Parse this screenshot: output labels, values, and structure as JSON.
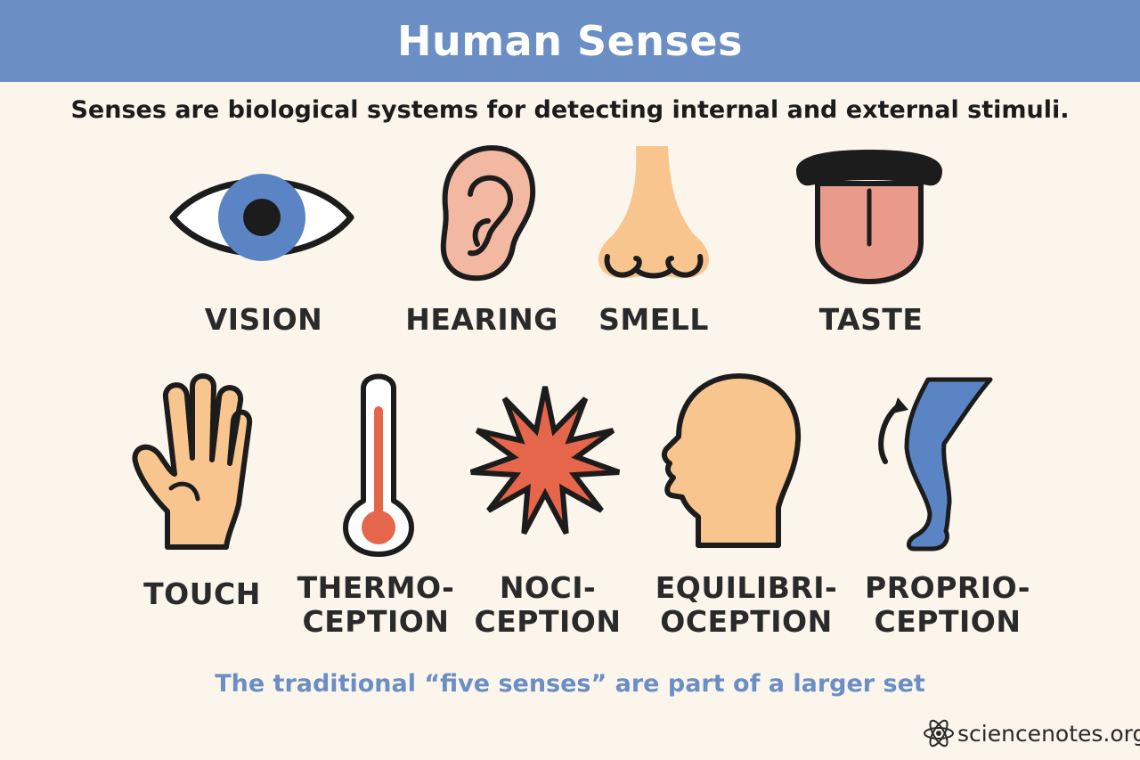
{
  "title": "Human Senses",
  "subtitle": "Senses are biological systems for detecting internal and external stimuli.",
  "senses": [
    {
      "label": "VISION"
    },
    {
      "label": "HEARING"
    },
    {
      "label": "SMELL"
    },
    {
      "label": "TASTE"
    },
    {
      "label": "TOUCH"
    },
    {
      "label_line1": "THERMO-",
      "label_line2": "CEPTION"
    },
    {
      "label_line1": "NOCI-",
      "label_line2": "CEPTION"
    },
    {
      "label_line1": "EQUILIBRI-",
      "label_line2": "OCEPTION"
    },
    {
      "label_line1": "PROPRIO-",
      "label_line2": "CEPTION"
    }
  ],
  "footer": "The traditional “five senses” are part of a larger set",
  "brand": "sciencenotes.org",
  "colors": {
    "header_bg": "#6b8fc4",
    "background": "#fbf5ec",
    "skin": "#f9c58f",
    "ear_pink": "#f2b8a2",
    "tongue": "#e99a8a",
    "iris": "#5b84c4",
    "accent_red": "#e5664a",
    "outline": "#1c1c1c"
  }
}
